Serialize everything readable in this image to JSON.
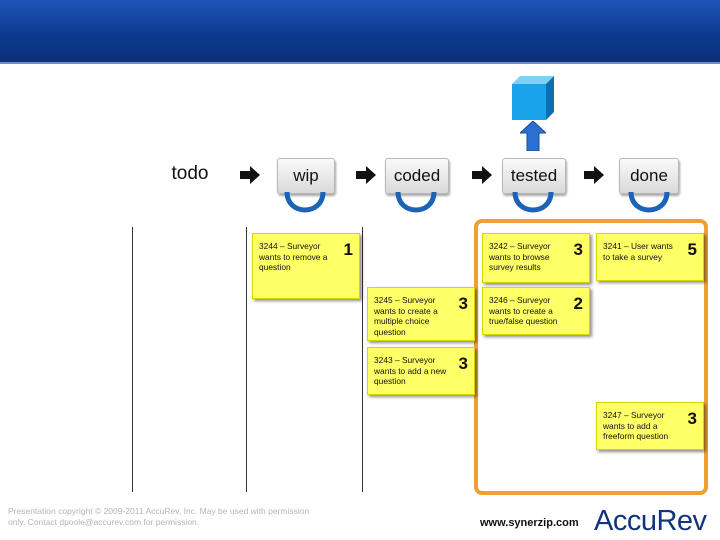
{
  "stages": [
    {
      "label": "todo"
    },
    {
      "label": "wip"
    },
    {
      "label": "coded"
    },
    {
      "label": "tested"
    },
    {
      "label": "done"
    }
  ],
  "cards": [
    {
      "text": "3244 – Surveyor wants to remove a question",
      "points": "1",
      "column": "wip"
    },
    {
      "text": "3245 – Surveyor wants to create a multiple choice question",
      "points": "3",
      "column": "coded"
    },
    {
      "text": "3243 – Surveyor wants to add a new question",
      "points": "3",
      "column": "coded"
    },
    {
      "text": "3242 – Surveyor wants to browse survey results",
      "points": "3",
      "column": "tested"
    },
    {
      "text": "3246 – Surveyor wants to create a true/false question",
      "points": "2",
      "column": "tested"
    },
    {
      "text": "3241 – User wants to take a survey",
      "points": "5",
      "column": "done"
    },
    {
      "text": "3247 – Surveyor wants to add a freeform question",
      "points": "3",
      "column": "done"
    }
  ],
  "footer": {
    "copyright": "Presentation copyright © 2009-2011 AccuRev, Inc. May be used with permission only. Contact dpoole@accurev.com for permission.",
    "url": "www.synerzip.com",
    "logo": "AccuRev"
  },
  "colors": {
    "header": "#0d3a8f",
    "card": "#ffff66",
    "highlight_frame": "#f0a030",
    "cube": "#1aa3e8",
    "loop": "#1c63b5"
  }
}
